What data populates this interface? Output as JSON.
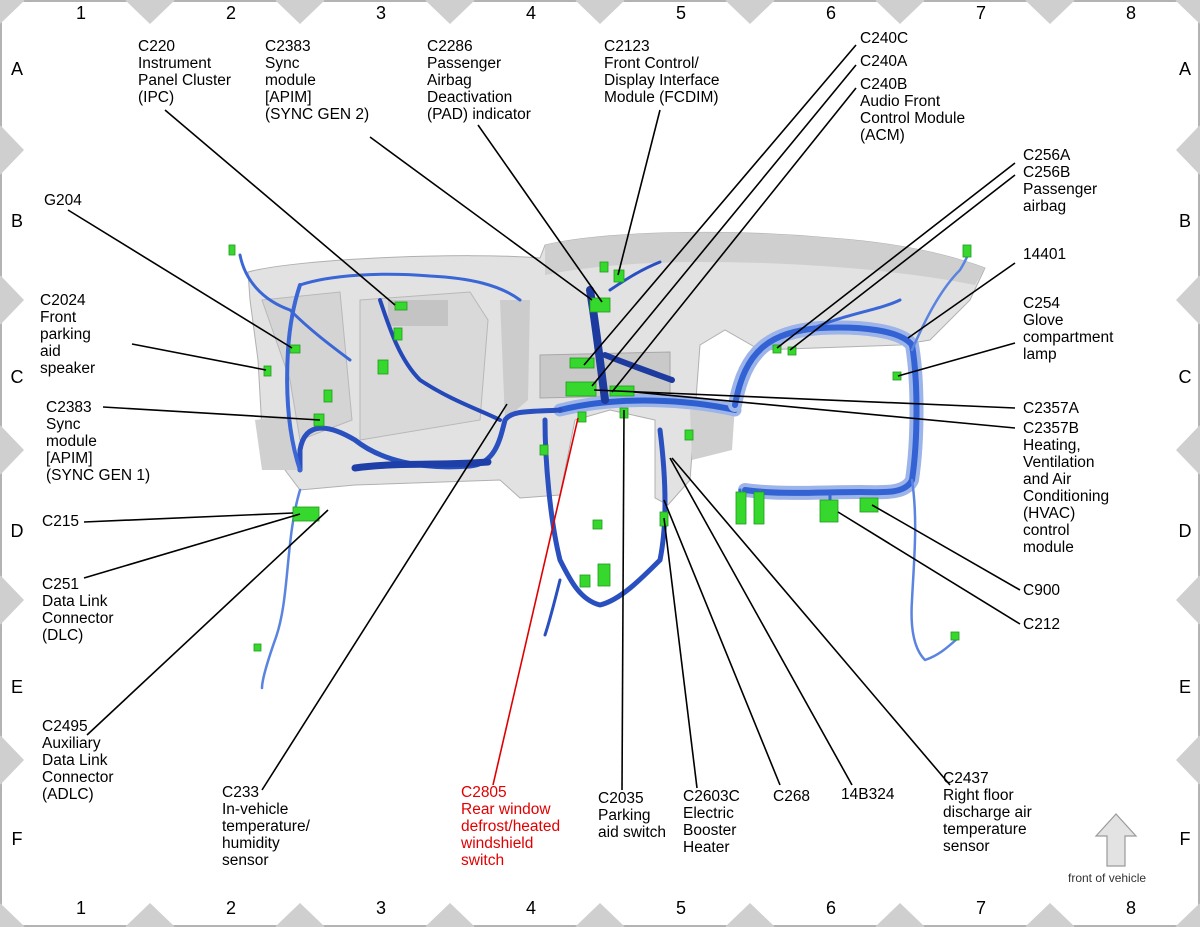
{
  "colors": {
    "accent_highlight": "#e00000",
    "harness": "#2a55c8",
    "connector": "#37d82e",
    "border_triangle": "#cfcfcf",
    "dashboard": "#dcdcdc"
  },
  "grid": {
    "columns": [
      "1",
      "2",
      "3",
      "4",
      "5",
      "6",
      "7",
      "8"
    ],
    "rows": [
      "A",
      "B",
      "C",
      "D",
      "E",
      "F"
    ]
  },
  "orientation": {
    "icon": "up-arrow-icon",
    "label": "front of vehicle"
  },
  "callouts": [
    {
      "id": "c220",
      "text": "C220\nInstrument\nPanel Cluster\n(IPC)",
      "highlight": false
    },
    {
      "id": "c2383-gen2",
      "text": "C2383\nSync\nmodule\n[APIM]\n(SYNC GEN 2)",
      "highlight": false
    },
    {
      "id": "c2286",
      "text": "C2286\nPassenger\nAirbag\nDeactivation\n(PAD) indicator",
      "highlight": false
    },
    {
      "id": "c2123",
      "text": "C2123\nFront Control/\nDisplay Interface\nModule (FCDIM)",
      "highlight": false
    },
    {
      "id": "c240c",
      "text": "C240C",
      "highlight": false
    },
    {
      "id": "c240a",
      "text": "C240A",
      "highlight": false
    },
    {
      "id": "c240b",
      "text": "C240B\nAudio Front\nControl Module\n(ACM)",
      "highlight": false
    },
    {
      "id": "g204",
      "text": "G204",
      "highlight": false
    },
    {
      "id": "c256",
      "text": "C256A\nC256B\nPassenger\nairbag",
      "highlight": false
    },
    {
      "id": "p14401",
      "text": "14401",
      "highlight": false
    },
    {
      "id": "c2024",
      "text": "C2024\nFront\nparking\naid\nspeaker",
      "highlight": false
    },
    {
      "id": "c254",
      "text": "C254\nGlove\ncompartment\nlamp",
      "highlight": false
    },
    {
      "id": "c2383-gen1",
      "text": "C2383\nSync\nmodule\n[APIM]\n(SYNC GEN 1)",
      "highlight": false
    },
    {
      "id": "c2357a",
      "text": "C2357A",
      "highlight": false
    },
    {
      "id": "c2357b",
      "text": "C2357B\nHeating,\nVentilation\nand Air\nConditioning\n(HVAC)\ncontrol\nmodule",
      "highlight": false
    },
    {
      "id": "c215",
      "text": "C215",
      "highlight": false
    },
    {
      "id": "c900",
      "text": "C900",
      "highlight": false
    },
    {
      "id": "c251",
      "text": "C251\nData Link\nConnector\n(DLC)",
      "highlight": false
    },
    {
      "id": "c212",
      "text": "C212",
      "highlight": false
    },
    {
      "id": "c2495",
      "text": "C2495\nAuxiliary\nData Link\nConnector\n(ADLC)",
      "highlight": false
    },
    {
      "id": "c233",
      "text": "C233\nIn-vehicle\ntemperature/\nhumidity\nsensor",
      "highlight": false
    },
    {
      "id": "c2805",
      "text": "C2805\nRear window\ndefrost/heated\nwindshield\nswitch",
      "highlight": true
    },
    {
      "id": "c2035",
      "text": "C2035\nParking\naid switch",
      "highlight": false
    },
    {
      "id": "c2603c",
      "text": "C2603C\nElectric\nBooster\nHeater",
      "highlight": false
    },
    {
      "id": "c268",
      "text": "C268",
      "highlight": false
    },
    {
      "id": "p14b324",
      "text": "14B324",
      "highlight": false
    },
    {
      "id": "c2437",
      "text": "C2437\nRight floor\ndischarge air\ntemperature\nsensor",
      "highlight": false
    }
  ]
}
